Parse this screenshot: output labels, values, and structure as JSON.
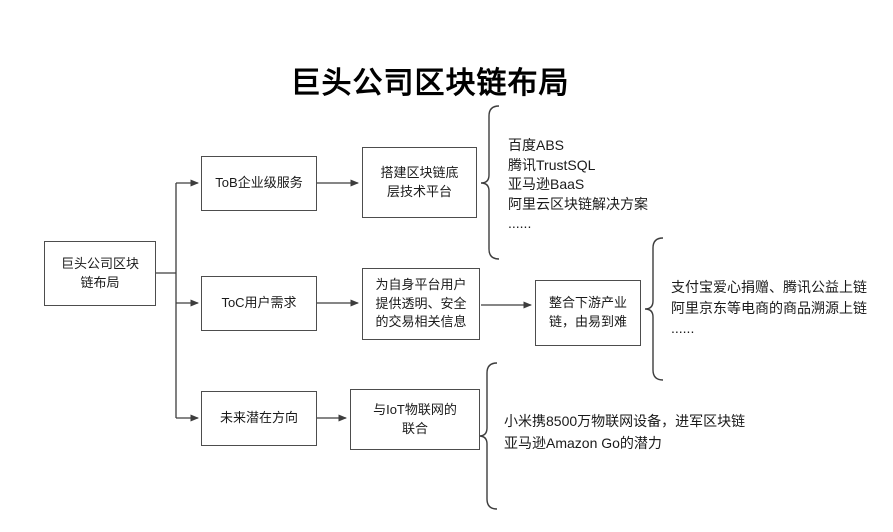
{
  "title": "巨头公司区块链布局",
  "root": {
    "label": "巨头公司区块\n链布局"
  },
  "branches": [
    {
      "node": "ToB企业级服务",
      "detail": "搭建区块链底\n层技术平台",
      "examples": [
        "百度ABS",
        "腾讯TrustSQL",
        "亚马逊BaaS",
        "阿里云区块链解决方案",
        "......"
      ]
    },
    {
      "node": "ToC用户需求",
      "detail": "为自身平台用户\n提供透明、安全\n的交易相关信息",
      "detail2": "整合下游产业\n链，由易到难",
      "examples": [
        "支付宝爱心捐赠、腾讯公益上链",
        "阿里京东等电商的商品溯源上链",
        "......"
      ]
    },
    {
      "node": "未来潜在方向",
      "detail": "与IoT物联网的\n联合",
      "examples": [
        "小米携8500万物联网设备，进军区块链",
        "亚马逊Amazon Go的潜力"
      ]
    }
  ]
}
